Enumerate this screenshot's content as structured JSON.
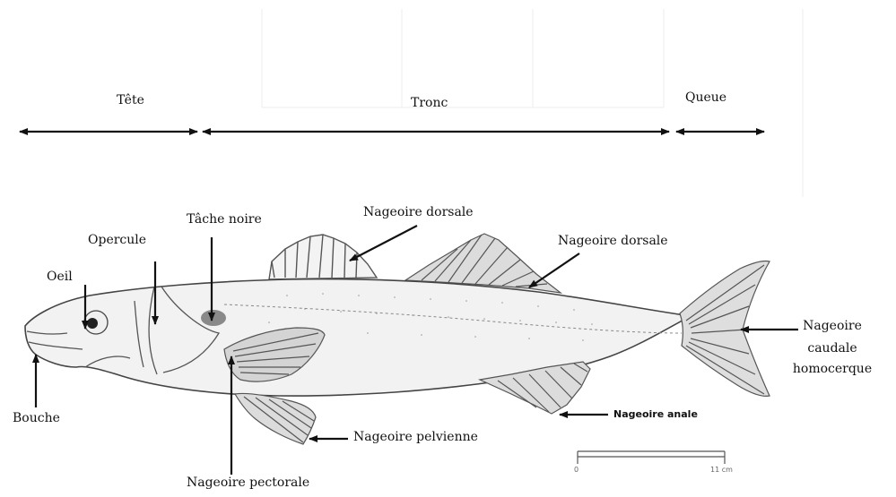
{
  "sections": {
    "tete": "Tête",
    "tronc": "Tronc",
    "queue": "Queue"
  },
  "labels": {
    "nageoire_dorsale_1": "Nageoire  dorsale",
    "nageoire_dorsale_2": "Nageoire dorsale",
    "tache_noire": "Tâche noire",
    "opercule": "Opercule",
    "oeil": "Oeil",
    "bouche": "Bouche",
    "caudale_line1": "Nageoire",
    "caudale_line2": "caudale",
    "caudale_line3": "homocerque",
    "nageoire_anale": "Nageoire anale",
    "nageoire_pelvienne": "Nageoire pelvienne",
    "nageoire_pectorale": "Nageoire  pectorale"
  },
  "scale": {
    "start": "0",
    "end": "11 cm"
  }
}
